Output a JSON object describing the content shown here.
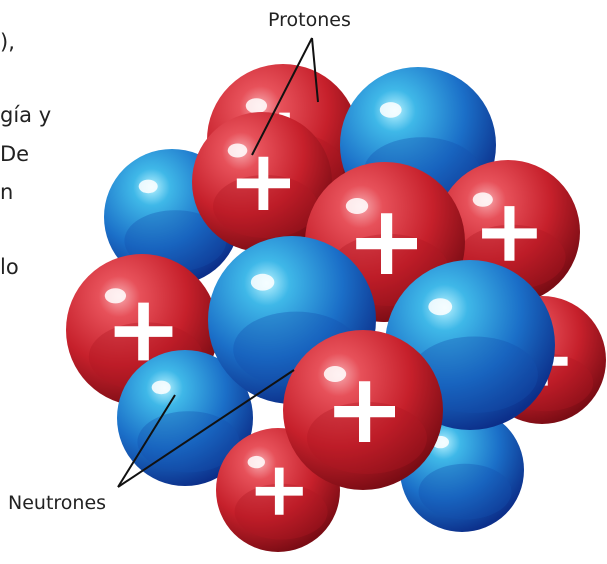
{
  "text_fragments": [
    {
      "id": "frag-1",
      "text": "),"
    },
    {
      "id": "frag-2",
      "text": "gía y"
    },
    {
      "id": "frag-3",
      "text": "De"
    },
    {
      "id": "frag-4",
      "text": "n"
    },
    {
      "id": "frag-5",
      "text": "lo"
    }
  ],
  "labels": {
    "protons": "Protones",
    "neutrons": "Neutrones"
  },
  "colors": {
    "proton": "#d0303c",
    "neutron": "#1f73c6",
    "plus": "#ffffff",
    "leader": "#111111"
  },
  "icons": {
    "proton": "plus-sign",
    "neutron": "sphere"
  }
}
